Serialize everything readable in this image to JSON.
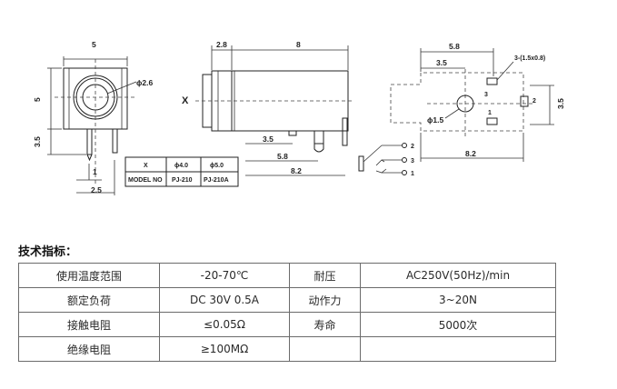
{
  "drawing": {
    "front_view": {
      "width_dim": "5",
      "height_dim": "5",
      "pin_dim": "3.5",
      "pin_pitch_1": "1",
      "pin_pitch_2": "2.5",
      "hole_dim": "ɸ2.6"
    },
    "side_view": {
      "dim_a": "2.8",
      "dim_b": "8",
      "dim_c": "3.5",
      "dim_d": "5.8",
      "dim_e": "8.2",
      "label_x": "X"
    },
    "model_table": {
      "header": [
        "X",
        "ɸ4.0",
        "ɸ5.0"
      ],
      "row": [
        "MODEL NO",
        "PJ-210",
        "PJ-210A"
      ]
    },
    "top_view": {
      "dim_a": "5.8",
      "dim_b": "3.5",
      "pad_label": "3-(1.5x0.8)",
      "hole_label": "ɸ1.5",
      "dim_c": "3.5",
      "dim_d": "8.2",
      "pin_labels": [
        "3",
        "2",
        "1"
      ]
    },
    "schematic": {
      "pins": [
        "2",
        "3",
        "1"
      ]
    }
  },
  "specs": {
    "title": "技术指标：",
    "rows": [
      [
        "使用温度范围",
        "-20-70℃",
        "耐压",
        "AC250V(50Hz)/min"
      ],
      [
        "额定负荷",
        "DC 30V 0.5A",
        "动作力",
        "3~20N"
      ],
      [
        "接触电阻",
        "≤0.05Ω",
        "寿命",
        "5000次"
      ],
      [
        "绝缘电阻",
        "≥100MΩ",
        "",
        ""
      ]
    ]
  }
}
